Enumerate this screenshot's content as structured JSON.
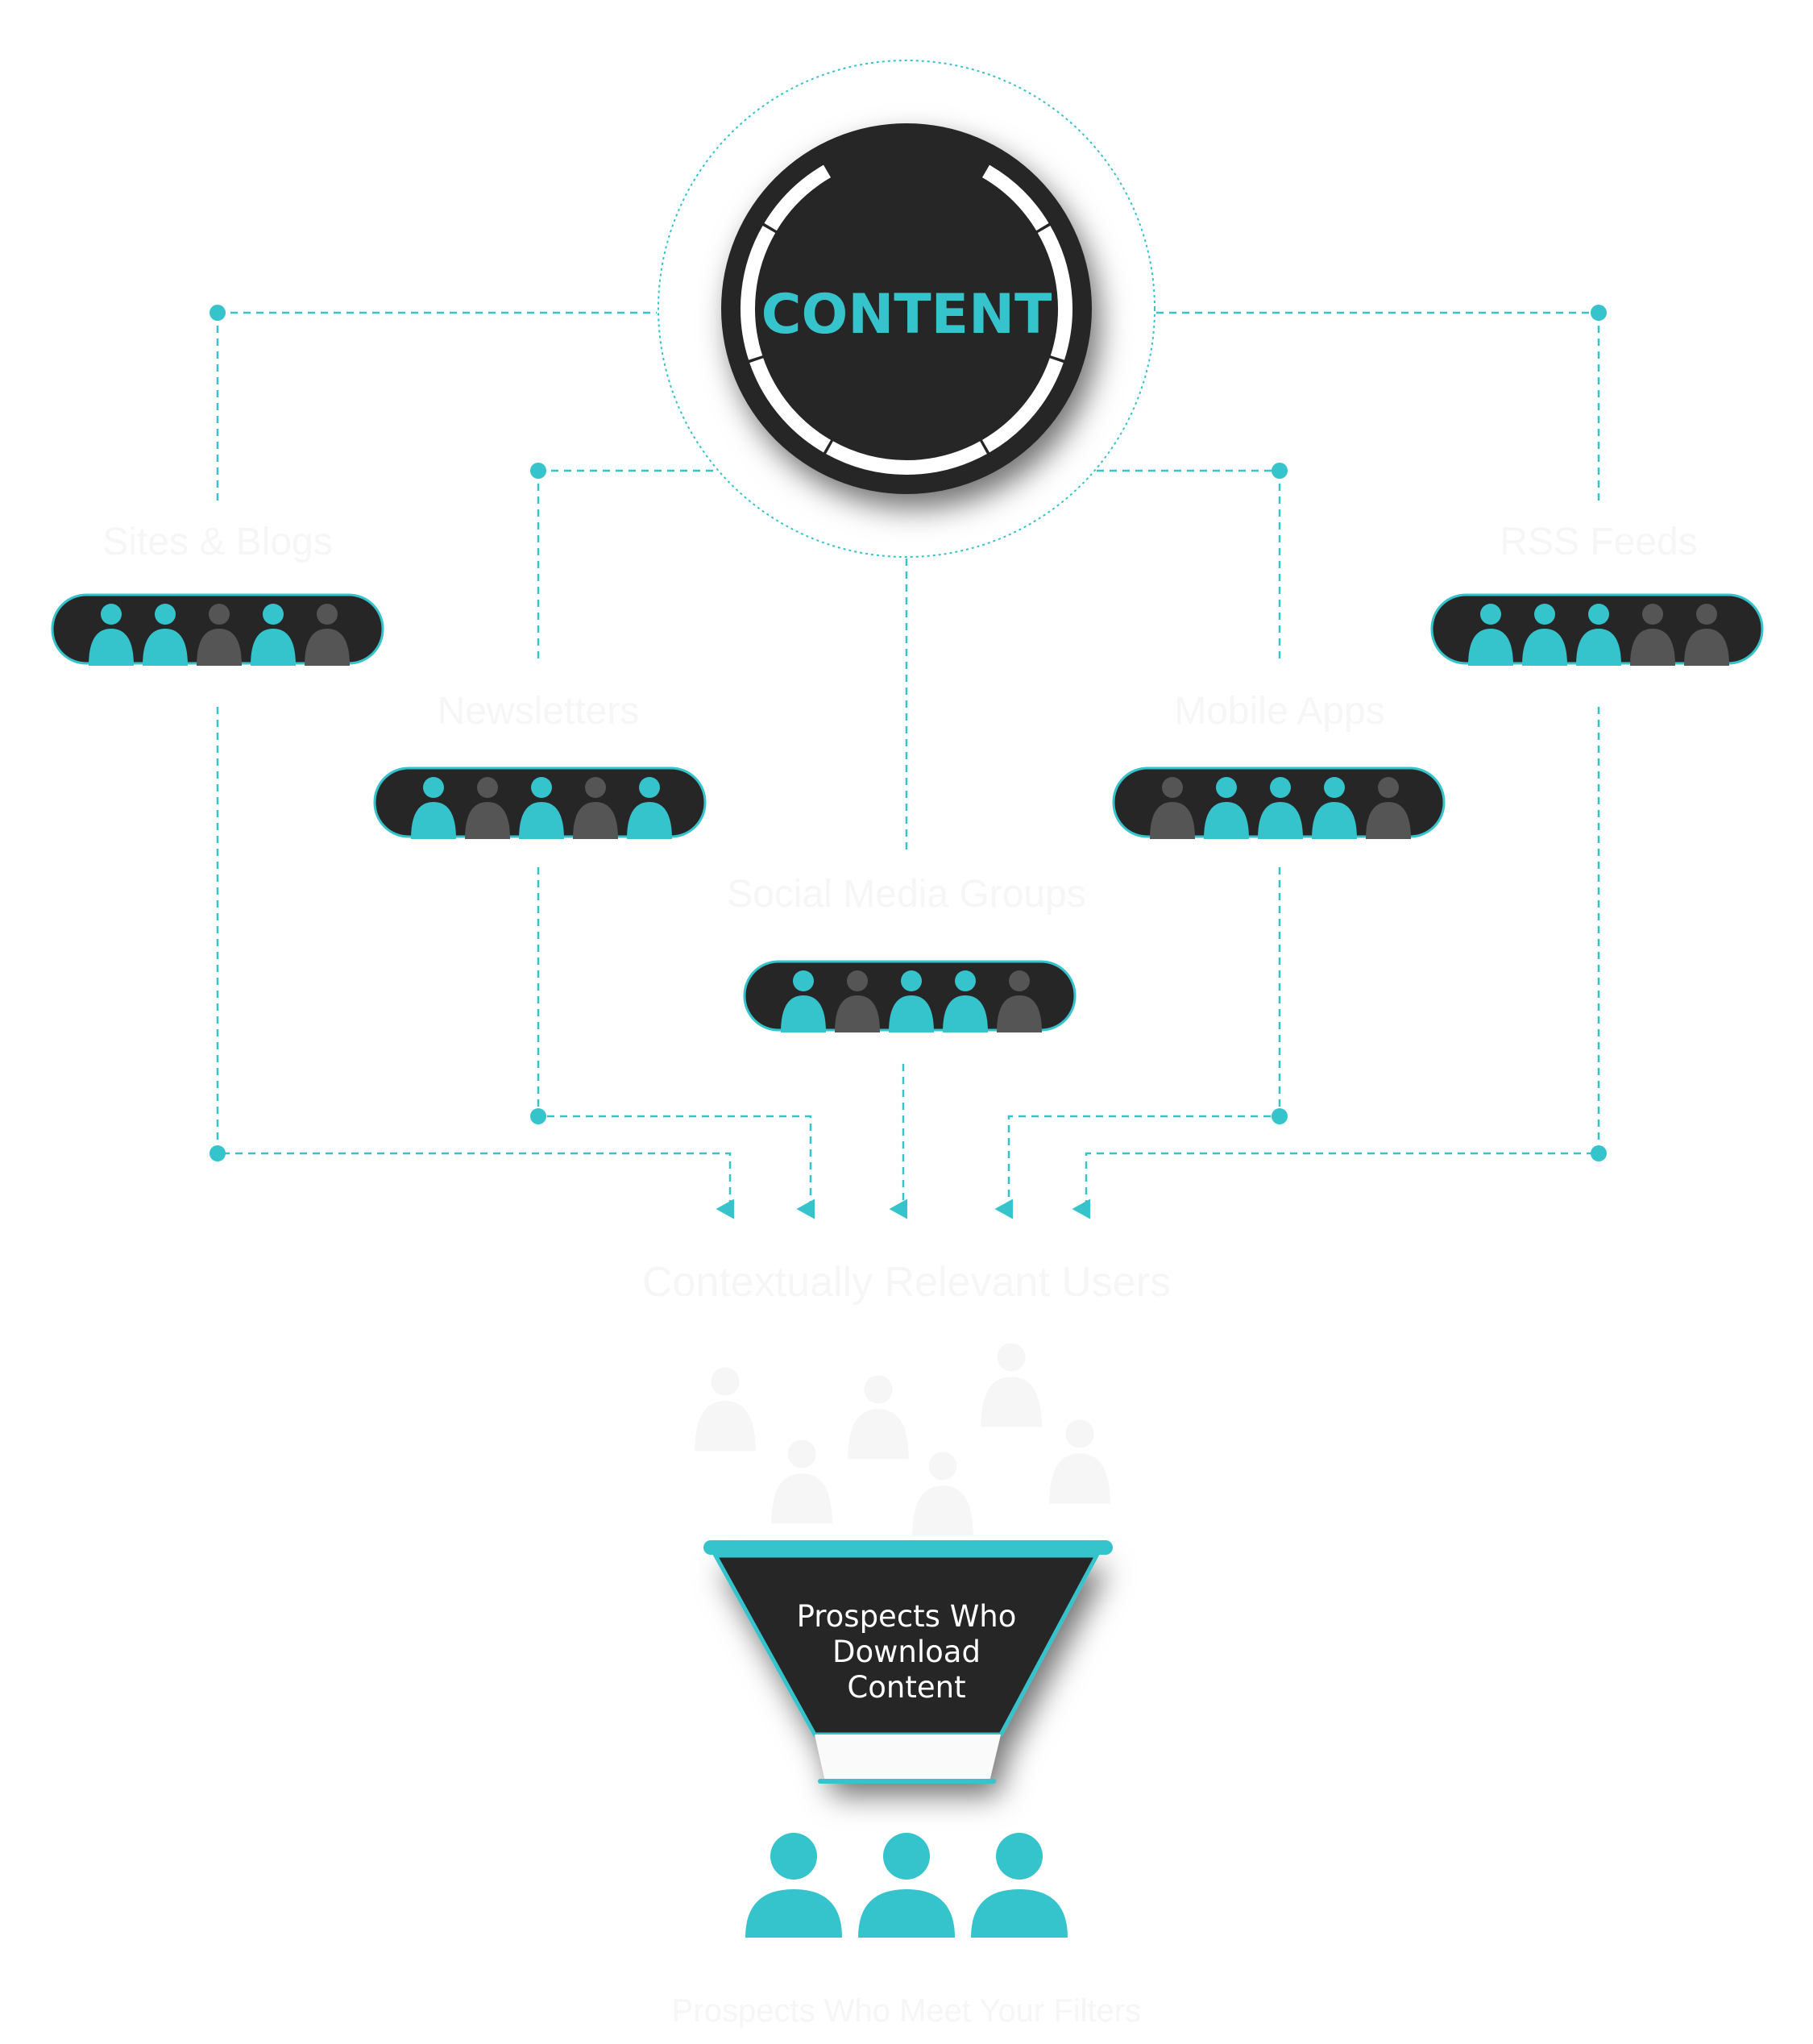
{
  "hub": {
    "label": "CONTENT"
  },
  "channels": [
    {
      "id": "sites-blogs",
      "label": "Sites & Blogs",
      "users": [
        "active",
        "active",
        "inactive",
        "active",
        "inactive"
      ]
    },
    {
      "id": "newsletters",
      "label": "Newsletters",
      "users": [
        "active",
        "inactive",
        "active",
        "inactive",
        "active"
      ]
    },
    {
      "id": "social-media-groups",
      "label": "Social Media Groups",
      "users": [
        "active",
        "inactive",
        "active",
        "active",
        "inactive"
      ]
    },
    {
      "id": "mobile-apps",
      "label": "Mobile Apps",
      "users": [
        "inactive",
        "active",
        "active",
        "active",
        "inactive"
      ]
    },
    {
      "id": "rss-feeds",
      "label": "RSS Feeds",
      "users": [
        "active",
        "active",
        "active",
        "inactive",
        "inactive"
      ]
    }
  ],
  "merge_label": "Contextually Relevant Users",
  "funnel": {
    "line1": "Prospects Who",
    "line2": "Download",
    "line3": "Content"
  },
  "output_label": "Prospects Who Meet Your Filters",
  "colors": {
    "accent": "#35c3cc",
    "dark": "#262626",
    "inactive": "#555555",
    "faint": "#f6f6f6"
  }
}
